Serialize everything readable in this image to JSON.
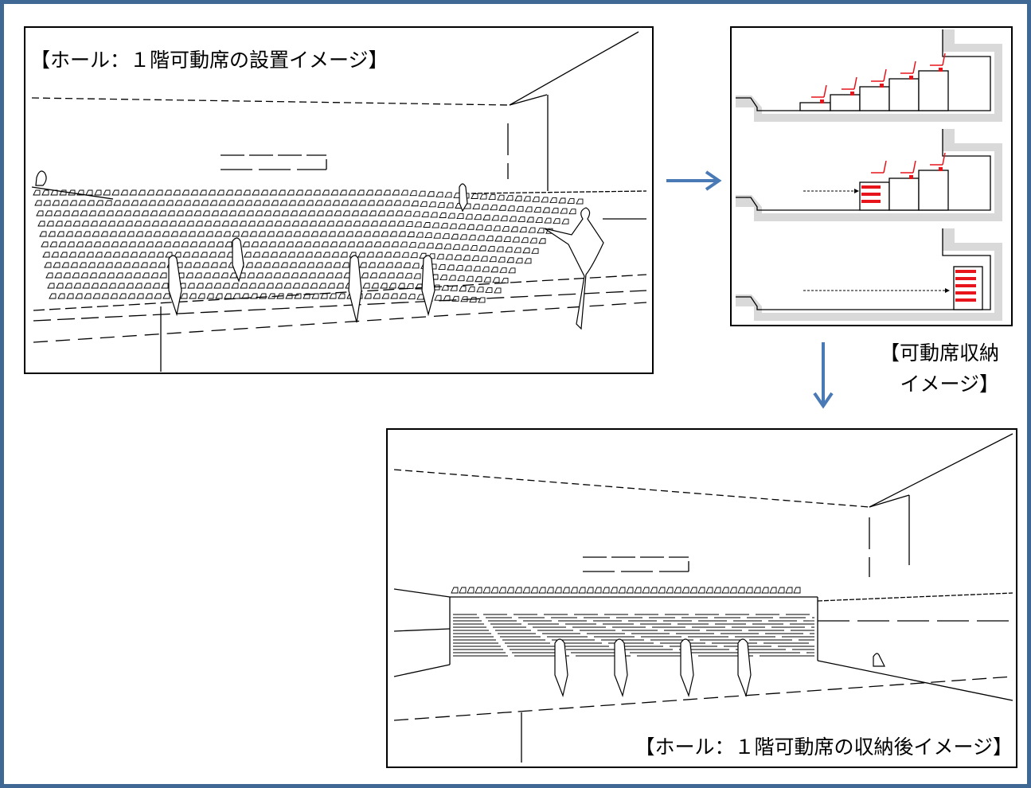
{
  "panels": {
    "installed": {
      "caption": "【ホール：１階可動席の設置イメージ】"
    },
    "stored": {
      "caption": "【ホール：１階可動席の収納後イメージ】"
    }
  },
  "storage_label": {
    "line1": "【可動席収納",
    "line2": "イメージ】"
  },
  "colors": {
    "frame": "#3f6894",
    "arrow": "#4a7ab5",
    "seat_marker": "#e8141b",
    "wall": "#d9d9d9"
  }
}
